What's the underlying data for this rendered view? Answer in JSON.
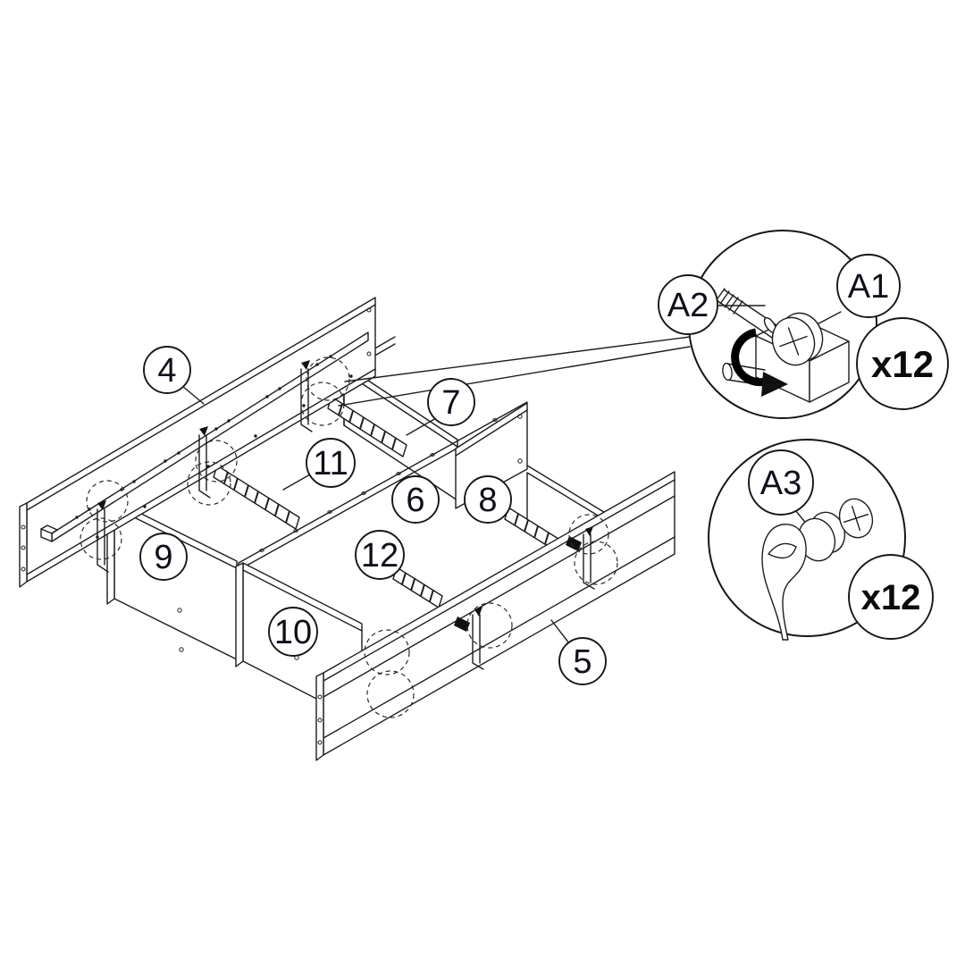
{
  "figure": {
    "kind": "furniture-assembly-diagram",
    "background_color": "#ffffff",
    "line_color": "#1d1d1d"
  },
  "parts": {
    "p4": "4",
    "p5": "5",
    "p6": "6",
    "p7": "7",
    "p8": "8",
    "p9": "9",
    "p10": "10",
    "p11": "11",
    "p12": "12"
  },
  "hardware": {
    "a1": "A1",
    "a2": "A2",
    "a3": "A3",
    "qty_cam": "x12",
    "qty_cap": "x12"
  }
}
